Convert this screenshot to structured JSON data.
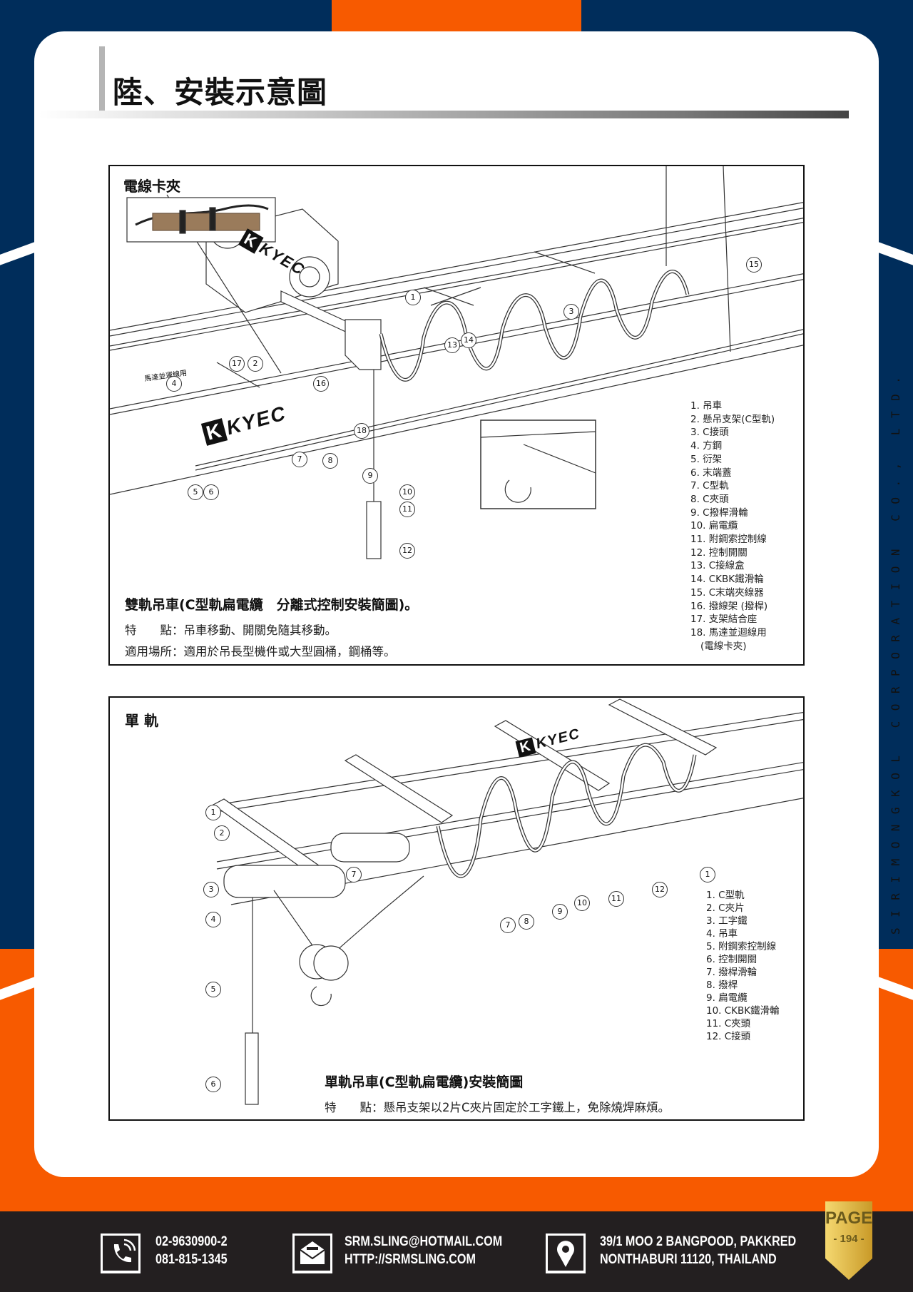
{
  "page": {
    "title": "陸、安裝示意圖",
    "side_text": "SIRIMONGKOL CORPORATION CO., LTD."
  },
  "panel1": {
    "inset_label": "電線卡夾",
    "small_note": "馬達並運線用",
    "logo": "KYEC",
    "callouts": [
      "1",
      "15",
      "3",
      "13",
      "14",
      "17",
      "2",
      "4",
      "16",
      "18",
      "7",
      "8",
      "9",
      "5",
      "6",
      "10",
      "11",
      "12"
    ],
    "legend": [
      "1. 吊車",
      "2. 懸吊支架(C型軌)",
      "3. C接頭",
      "4. 方鋼",
      "5. 衍架",
      "6. 末端蓋",
      "7. C型軌",
      "8. C夾頭",
      "9. C撥桿滑輪",
      "10. 扁電纜",
      "11. 附鋼索控制線",
      "12. 控制開關",
      "13. C接線盒",
      "14. CKBK鐵滑輪",
      "15. C末端夾線器",
      "16. 撥線架 (撥桿)",
      "17. 支架結合座",
      "18. 馬達並迴線用",
      "(電線卡夾)"
    ],
    "caption_title": "雙軌吊車(C型軌扁電纜　分離式控制安裝簡圖)。",
    "caption_lines": [
      "特　　點：吊車移動、開關免隨其移動。",
      "適用場所：適用於吊長型機件或大型圓桶，鋼桶等。"
    ]
  },
  "panel2": {
    "label": "單 軌",
    "logo": "KYEC",
    "callouts": [
      "1",
      "2",
      "3",
      "4",
      "5",
      "6",
      "7",
      "7",
      "8",
      "9",
      "10",
      "11",
      "12",
      "1"
    ],
    "legend": [
      "1. C型軌",
      "2. C夾片",
      "3. 工字鐵",
      "4. 吊車",
      "5. 附鋼索控制線",
      "6. 控制開關",
      "7. 撥桿滑輪",
      "8. 撥桿",
      "9. 扁電纜",
      "10. CKBK鐵滑輪",
      "11. C夾頭",
      "12. C接頭"
    ],
    "caption_title": "單軌吊車(C型軌扁電纜)安裝簡圖",
    "caption_lines": [
      "特　　點：懸吊支架以2片C夾片固定於工字鐵上，免除燒焊麻煩。"
    ]
  },
  "footer": {
    "phone": [
      "02-9630900-2",
      "081-815-1345"
    ],
    "email": "SRM.SLING@HOTMAIL.COM",
    "website": "HTTP://SRMSLING.COM",
    "address": [
      "39/1 MOO 2 BANGPOOD, PAKKRED",
      "NONTHABURI 11120, THAILAND"
    ],
    "page_label": "PAGE",
    "page_number": "- 194 -"
  },
  "colors": {
    "navy": "#002d5b",
    "orange": "#f75a00",
    "footer": "#231f20",
    "gold": "#e8c04a"
  }
}
